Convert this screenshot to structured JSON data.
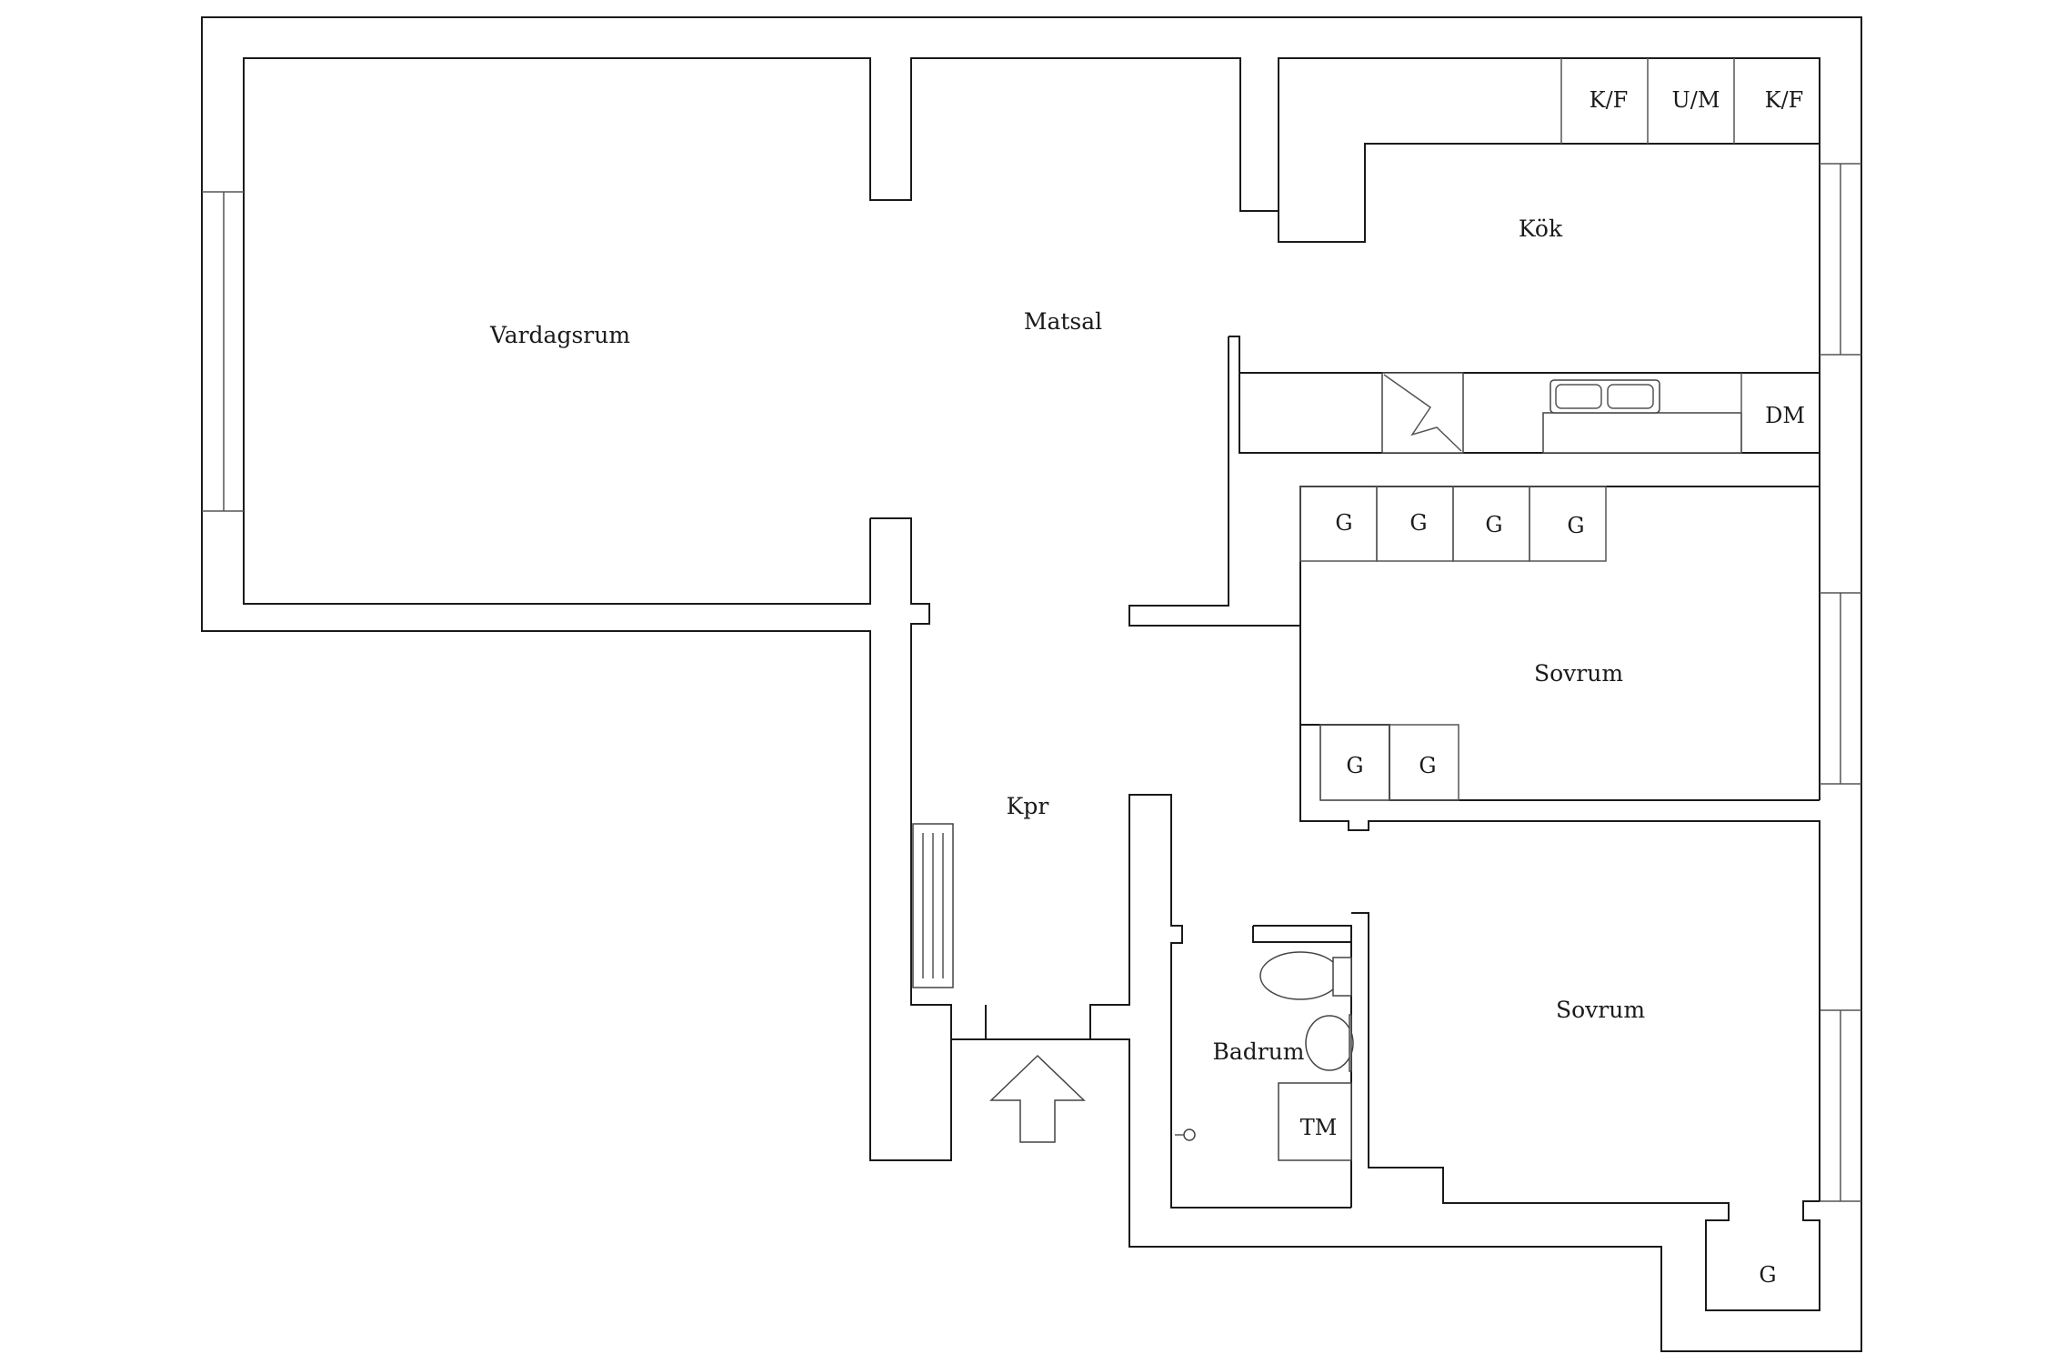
{
  "rooms": {
    "vardagsrum": "Vardagsrum",
    "matsal": "Matsal",
    "kok": "Kök",
    "kpr": "Kpr",
    "sovrum_upper": "Sovrum",
    "sovrum_lower": "Sovrum",
    "badrum": "Badrum"
  },
  "fixtures": {
    "kf_left": "K/F",
    "um": "U/M",
    "kf_right": "K/F",
    "dm": "DM",
    "tm": "TM",
    "wardrobe_upper": [
      "G",
      "G",
      "G",
      "G"
    ],
    "wardrobe_middle": [
      "G",
      "G"
    ],
    "wardrobe_corner": "G"
  },
  "colors": {
    "wall": "#1a1a1a",
    "background": "#ffffff"
  }
}
